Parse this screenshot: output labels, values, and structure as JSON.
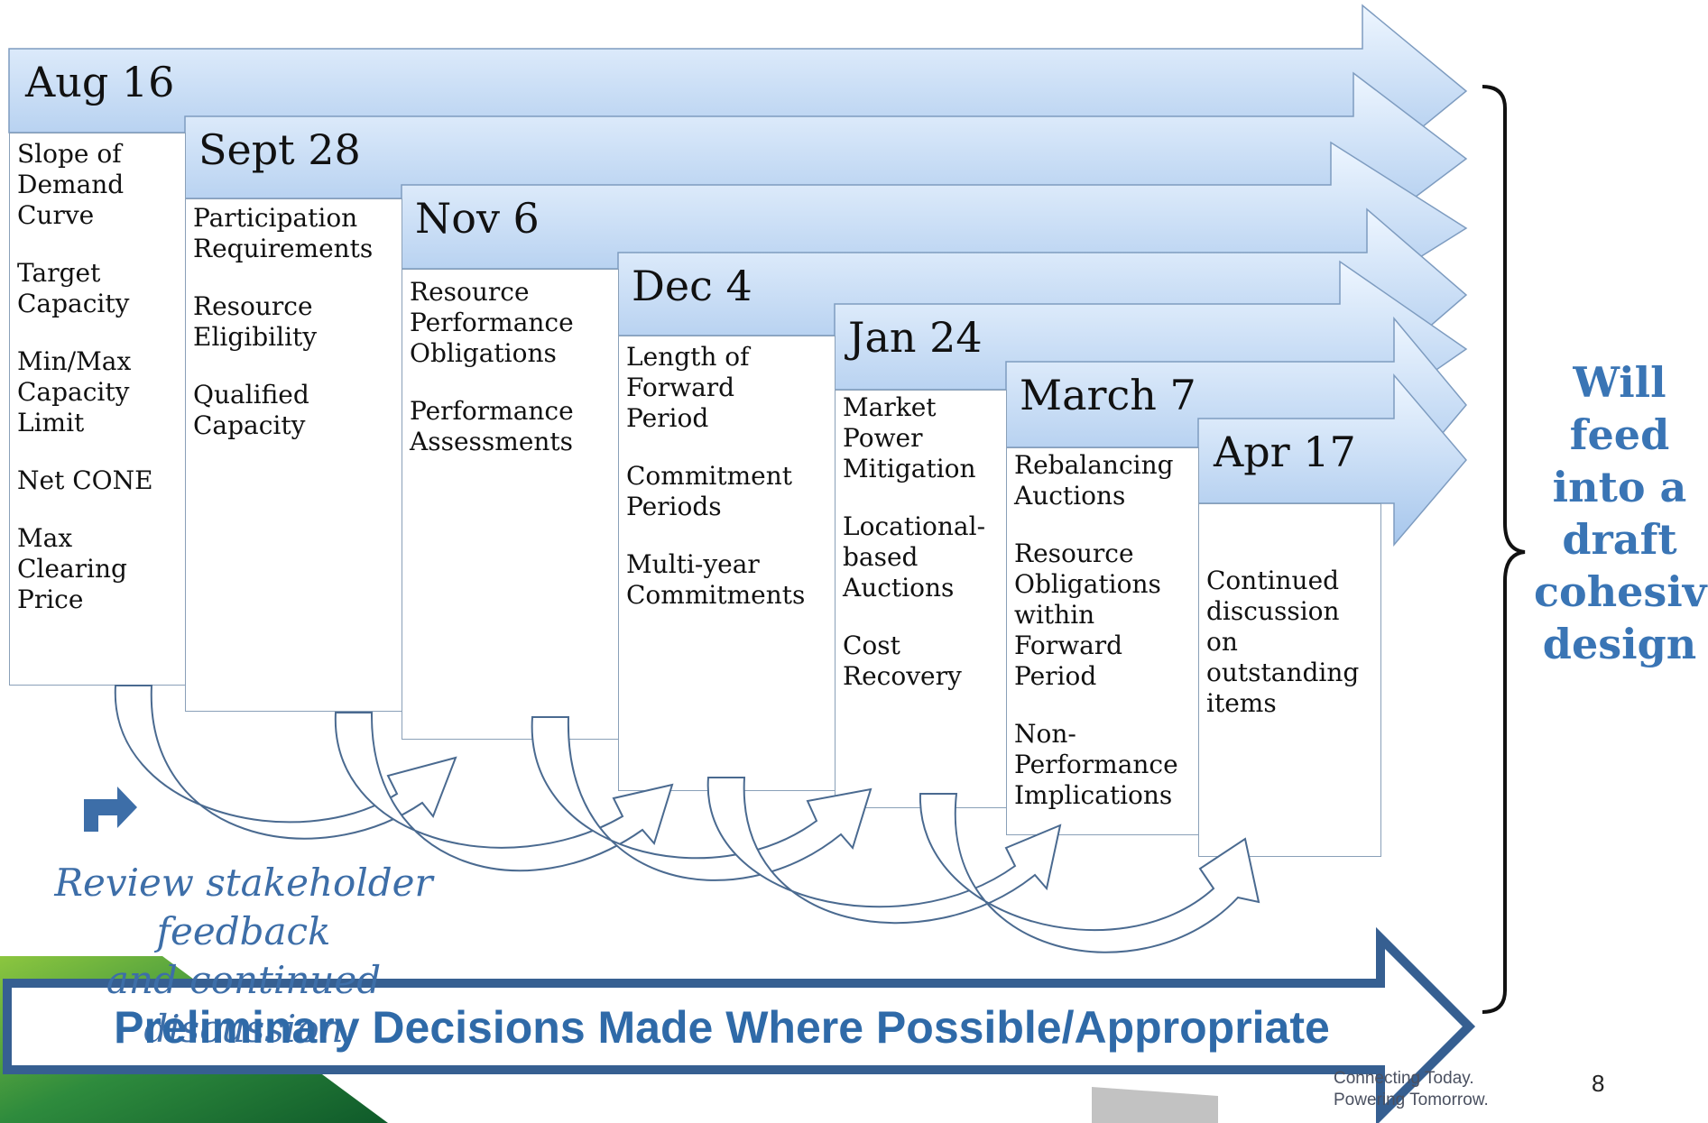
{
  "columns": [
    {
      "date": "Aug 16",
      "items": [
        "Slope of\nDemand\nCurve",
        "Target\nCapacity",
        "Min/Max\nCapacity\nLimit",
        "Net CONE",
        "Max\nClearing\nPrice"
      ]
    },
    {
      "date": "Sept 28",
      "items": [
        "Participation\nRequirements",
        "Resource\nEligibility",
        "Qualified\nCapacity"
      ]
    },
    {
      "date": "Nov 6",
      "items": [
        "Resource\nPerformance\nObligations",
        "Performance\nAssessments"
      ]
    },
    {
      "date": "Dec 4",
      "items": [
        "Length of\nForward\nPeriod",
        "Commitment\nPeriods",
        "Multi-year\nCommitments"
      ]
    },
    {
      "date": "Jan 24",
      "items": [
        "Market\nPower\nMitigation",
        "Locational-\nbased\nAuctions",
        "Cost\nRecovery"
      ]
    },
    {
      "date": "March 7",
      "items": [
        "Rebalancing\nAuctions",
        "Resource\nObligations\nwithin\nForward\nPeriod",
        "Non-\nPerformance\nImplications"
      ]
    },
    {
      "date": "Apr 17",
      "items": [
        "Continued\ndiscussion\non\noutstanding\nitems"
      ]
    }
  ],
  "review_text": {
    "line1": "Review stakeholder feedback",
    "line2": "and continued discussion"
  },
  "outcome": "Will\nfeed\ninto a\ndraft\ncohesive\ndesign",
  "banner": "Preliminary Decisions Made Where Possible/Appropriate",
  "logo_text": "Connecting Today.\nPowering Tomorrow.",
  "page_number": "8",
  "colors": {
    "arrow_light": "#e4f0fd",
    "arrow_dark": "#a8c8ee",
    "accent_text": "#3a75b5",
    "banner_border": "#365f91"
  },
  "icons": [
    "curved-arrow-icon",
    "turn-arrow-icon",
    "brace-icon"
  ]
}
